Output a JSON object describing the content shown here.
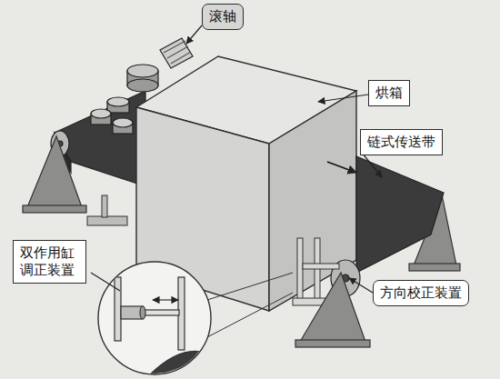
{
  "diagram": {
    "nodes": [
      {
        "text": [
          "滚轴"
        ]
      },
      {
        "text": [
          "烘箱"
        ]
      },
      {
        "text": [
          "链式传送带"
        ]
      },
      {
        "text": [
          "双作用缸 调正装置"
        ]
      },
      {
        "text": [
          "方向校正装置"
        ]
      }
    ]
  }
}
